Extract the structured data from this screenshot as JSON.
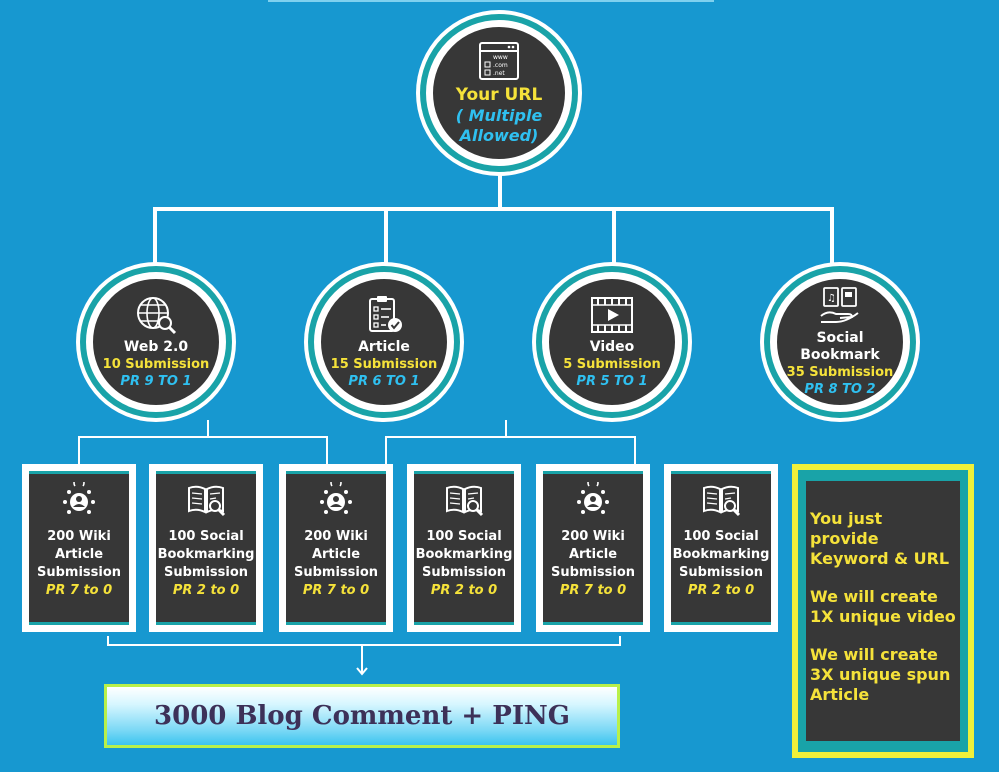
{
  "root": {
    "title": "Your URL",
    "subtitle": "( Multiple Allowed)",
    "icon": "url-window-icon"
  },
  "tier1": [
    {
      "title": "Web 2.0",
      "submission": "10 Submission",
      "pr": "PR 9 TO 1",
      "icon": "globe-search-icon"
    },
    {
      "title": "Article",
      "submission": "15 Submission",
      "pr": "PR 6 TO 1",
      "icon": "checklist-icon"
    },
    {
      "title": "Video",
      "submission": "5 Submission",
      "pr": "PR 5 TO 1",
      "icon": "video-film-icon"
    },
    {
      "title": "Social Bookmark",
      "submission": "35 Submission",
      "pr": "PR 8 TO 2",
      "icon": "bookmark-hand-icon"
    }
  ],
  "tier2": [
    {
      "lines": [
        "200 Wiki",
        "Article",
        "Submission"
      ],
      "pr": "PR 7 to 0",
      "icon": "wiki-people-icon"
    },
    {
      "lines": [
        "100 Social",
        "Bookmarking",
        "Submission"
      ],
      "pr": "PR 2 to 0",
      "icon": "book-search-icon"
    },
    {
      "lines": [
        "200 Wiki",
        "Article",
        "Submission"
      ],
      "pr": "PR 7 to 0",
      "icon": "wiki-people-icon"
    },
    {
      "lines": [
        "100 Social",
        "Bookmarking",
        "Submission"
      ],
      "pr": "PR 2 to 0",
      "icon": "book-search-icon"
    },
    {
      "lines": [
        "200 Wiki",
        "Article",
        "Submission"
      ],
      "pr": "PR 7 to 0",
      "icon": "wiki-people-icon"
    },
    {
      "lines": [
        "100 Social",
        "Bookmarking",
        "Submission"
      ],
      "pr": "PR 2 to 0",
      "icon": "book-search-icon"
    }
  ],
  "note": {
    "items": [
      "You just provide Keyword & URL",
      "We will create 1X unique video",
      "We will create 3X unique spun Article"
    ]
  },
  "final": {
    "label": "3000 Blog Comment + PING"
  },
  "colors": {
    "background": "#1798d0",
    "node": "#373737",
    "ring": "#19a3a8",
    "yellow": "#f5e23a",
    "cyan": "#2fc0f0",
    "note_border": "#f0f03a"
  }
}
